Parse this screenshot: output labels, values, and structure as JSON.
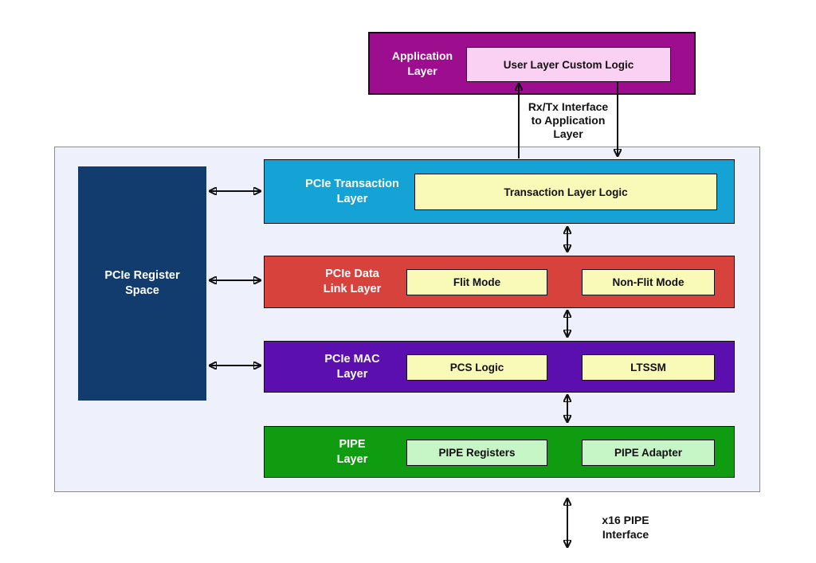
{
  "application": {
    "label": "Application\nLayer",
    "block": "User Layer Custom Logic"
  },
  "rx_tx_interface_label": "Rx/Tx Interface\nto Application\nLayer",
  "register_space": {
    "label": "PCIe Register\nSpace"
  },
  "layers": [
    {
      "label": "PCIe Transaction\nLayer",
      "blocks": [
        "Transaction Layer Logic"
      ]
    },
    {
      "label": "PCIe Data\nLink Layer",
      "blocks": [
        "Flit Mode",
        "Non-Flit Mode"
      ]
    },
    {
      "label": "PCIe MAC\nLayer",
      "blocks": [
        "PCS Logic",
        "LTSSM"
      ]
    },
    {
      "label": "PIPE\nLayer",
      "blocks": [
        "PIPE Registers",
        "PIPE Adapter"
      ]
    }
  ],
  "pipe_interface_label": "x16 PIPE\nInterface",
  "colors": {
    "application_bg": "#9c0e8e",
    "application_block_bg": "#fbd1f3",
    "container_bg": "#eef1fb",
    "register_bg": "#113c6d",
    "transaction_bg": "#14a3d4",
    "datalink_bg": "#d8423d",
    "mac_bg": "#5c0faf",
    "pipe_bg": "#109c10",
    "yellow_block_bg": "#fafab8",
    "green_block_bg": "#c6f6c6"
  }
}
